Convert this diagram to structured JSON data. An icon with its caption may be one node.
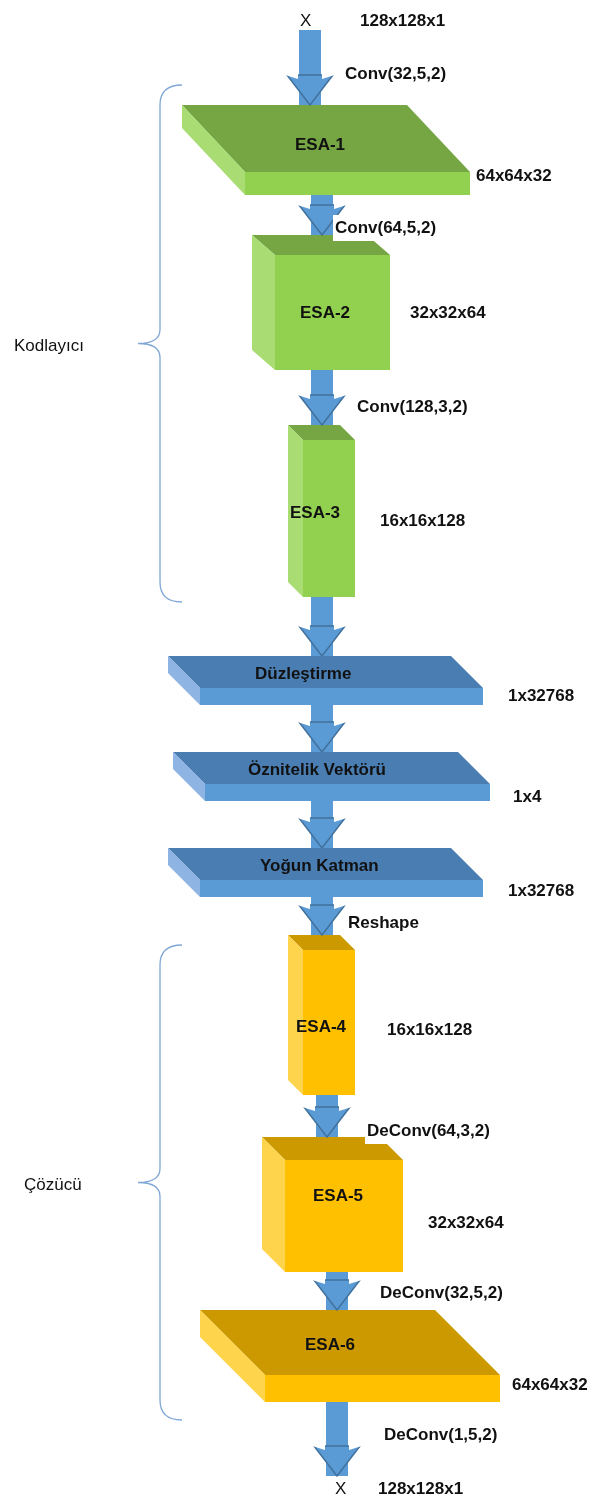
{
  "diagram": {
    "nodes": [
      {
        "text": [
          "X"
        ],
        "beside": [
          "128x128x1"
        ]
      },
      {
        "text": [
          "ESA-1"
        ],
        "beside": [
          "64x64x32"
        ]
      },
      {
        "text": [
          "ESA-2"
        ],
        "beside": [
          "32x32x64"
        ]
      },
      {
        "text": [
          "ESA-3"
        ],
        "beside": [
          "16x16x128"
        ]
      },
      {
        "text": [
          "Düzleştirme"
        ],
        "beside": [
          "1x32768"
        ]
      },
      {
        "text": [
          "Öznitelik Vektörü"
        ],
        "beside": [
          "1x4"
        ]
      },
      {
        "text": [
          "Yoğun Katman"
        ],
        "beside": [
          "1x32768"
        ]
      },
      {
        "text": [
          "ESA-4"
        ],
        "beside": [
          "16x16x128"
        ]
      },
      {
        "text": [
          "ESA-5"
        ],
        "beside": [
          "32x32x64"
        ]
      },
      {
        "text": [
          "ESA-6"
        ],
        "beside": [
          "64x64x32"
        ]
      },
      {
        "text": [
          "X"
        ],
        "beside": [
          "128x128x1"
        ]
      }
    ],
    "edges": [
      {
        "from": 0,
        "to": 1,
        "arrow": "to",
        "label": "Conv(32,5,2)"
      },
      {
        "from": 1,
        "to": 2,
        "arrow": "to",
        "label": "Conv(64,5,2)"
      },
      {
        "from": 2,
        "to": 3,
        "arrow": "to",
        "label": "Conv(128,3,2)"
      },
      {
        "from": 3,
        "to": 4,
        "arrow": "to"
      },
      {
        "from": 4,
        "to": 5,
        "arrow": "to"
      },
      {
        "from": 5,
        "to": 6,
        "arrow": "to"
      },
      {
        "from": 6,
        "to": 7,
        "arrow": "to",
        "label": "Reshape"
      },
      {
        "from": 7,
        "to": 8,
        "arrow": "to",
        "label": "DeConv(64,3,2)"
      },
      {
        "from": 8,
        "to": 9,
        "arrow": "to",
        "label": "DeConv(32,5,2)"
      },
      {
        "from": 9,
        "to": 10,
        "arrow": "to",
        "label": "DeConv(1,5,2)"
      }
    ],
    "labels": [
      "Kodlayıcı",
      "Çözücü"
    ]
  }
}
